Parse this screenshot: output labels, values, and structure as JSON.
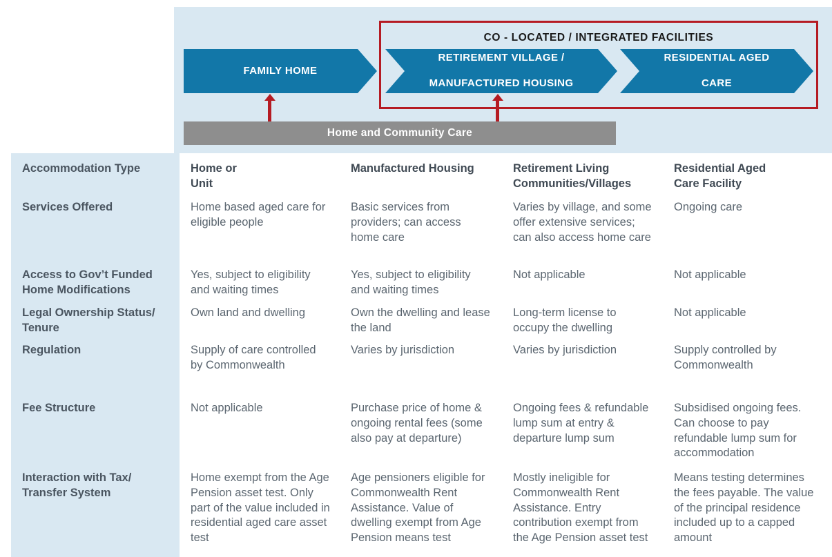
{
  "diagram": {
    "co_located_label": "CO - LOCATED / INTEGRATED FACILITIES",
    "chevrons": [
      {
        "label": "FAMILY HOME"
      },
      {
        "label_line1": "RETIREMENT VILLAGE /",
        "label_line2": "MANUFACTURED HOUSING"
      },
      {
        "label_line1": "RESIDENTIAL AGED",
        "label_line2": "CARE"
      }
    ],
    "support_bar": "Home and Community Care",
    "colors": {
      "panel_background": "#D9E8F2",
      "chevron_blue": "#1277A8",
      "support_bar_grey": "#8E8E8E",
      "accent_red": "#B51B23"
    }
  },
  "table": {
    "row_labels": [
      "Accommodation Type",
      "Services Offered",
      "Access to Gov’t Funded Home Modifications",
      "Legal Ownership Status/ Tenure",
      "Regulation",
      "Fee Structure",
      "Interaction with Tax/ Transfer System"
    ],
    "row_label_lines": [
      [
        "Accommodation Type"
      ],
      [
        "Services Offered"
      ],
      [
        "Access to Gov’t Funded",
        "Home Modifications"
      ],
      [
        "Legal Ownership Status/",
        "Tenure"
      ],
      [
        "Regulation"
      ],
      [
        "Fee Structure"
      ],
      [
        "Interaction with Tax/",
        "Transfer System"
      ]
    ],
    "columns": [
      {
        "header_line1": "Home or",
        "header_line2": "Unit",
        "cells": [
          "Home based aged care for eligible people",
          "Yes, subject to eligibility and waiting times",
          "Own land and dwelling",
          "Supply of care controlled by Commonwealth",
          "Not applicable",
          "Home exempt from the Age Pension asset test. Only part of the value included in residential aged care asset test"
        ]
      },
      {
        "header_line1": "Manufactured Housing",
        "header_line2": "",
        "cells": [
          "Basic services from providers; can access home care",
          "Yes, subject to eligibility and waiting times",
          "Own the dwelling and lease the land",
          "Varies by jurisdiction",
          "Purchase price of home & ongoing rental fees (some also pay at departure)",
          "Age pensioners eligible for Commonwealth Rent Assistance. Value of dwelling exempt from Age Pension means test"
        ]
      },
      {
        "header_line1": "Retirement Living",
        "header_line2": "Communities/Villages",
        "cells": [
          "Varies by village, and some offer extensive services; can also access home care",
          "Not applicable",
          "Long-term license to occupy the dwelling",
          "Varies by jurisdiction",
          "Ongoing fees & refundable lump sum at entry & departure lump sum",
          "Mostly ineligible for Commonwealth Rent Assistance. Entry contribution exempt from the Age Pension asset test"
        ]
      },
      {
        "header_line1": "Residential Aged",
        "header_line2": "Care Facility",
        "cells": [
          "Ongoing care",
          "Not applicable",
          "Not applicable",
          "Supply controlled by Commonwealth",
          "Subsidised ongoing fees. Can choose to pay refundable lump sum for accommodation",
          "Means testing determines the fees payable. The value of the principal residence included up to a capped amount"
        ]
      }
    ]
  }
}
